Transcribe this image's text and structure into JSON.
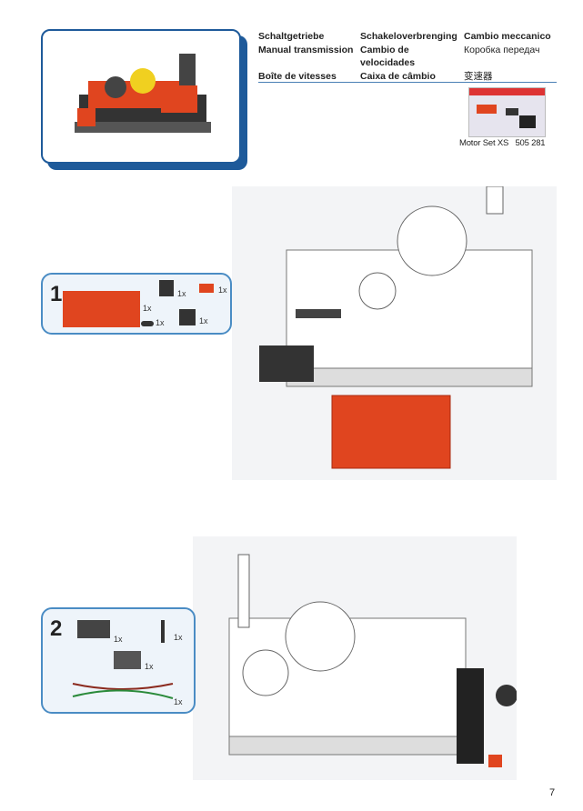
{
  "header": {
    "titles": [
      [
        "Schaltgetriebe",
        "Schakeloverbrenging",
        "Cambio meccanico"
      ],
      [
        "Manual transmission",
        "Cambio de velocidades",
        "Коробка передач"
      ],
      [
        "Boîte de vitesses",
        "Caixa de câmbio",
        "变速器"
      ]
    ],
    "required_set": {
      "name": "Motor Set XS",
      "number": "505 281"
    }
  },
  "steps": [
    {
      "number": "1",
      "parts": [
        {
          "name": "battery-box",
          "qty": "1x"
        },
        {
          "name": "building-block-black",
          "qty": "1x"
        },
        {
          "name": "red-plate",
          "qty": "1x"
        },
        {
          "name": "axle-stub",
          "qty": "1x"
        },
        {
          "name": "black-block-stack",
          "qty": "1x"
        }
      ]
    },
    {
      "number": "2",
      "parts": [
        {
          "name": "xs-motor",
          "qty": "1x"
        },
        {
          "name": "gear-shaft",
          "qty": "1x"
        },
        {
          "name": "switch",
          "qty": "1x"
        },
        {
          "name": "cables",
          "qty": "1x"
        }
      ]
    }
  ],
  "page_number": "7",
  "colors": {
    "accent": "#1e5a9a",
    "callout_border": "#4a8cc4",
    "part_red": "#e0451f"
  }
}
